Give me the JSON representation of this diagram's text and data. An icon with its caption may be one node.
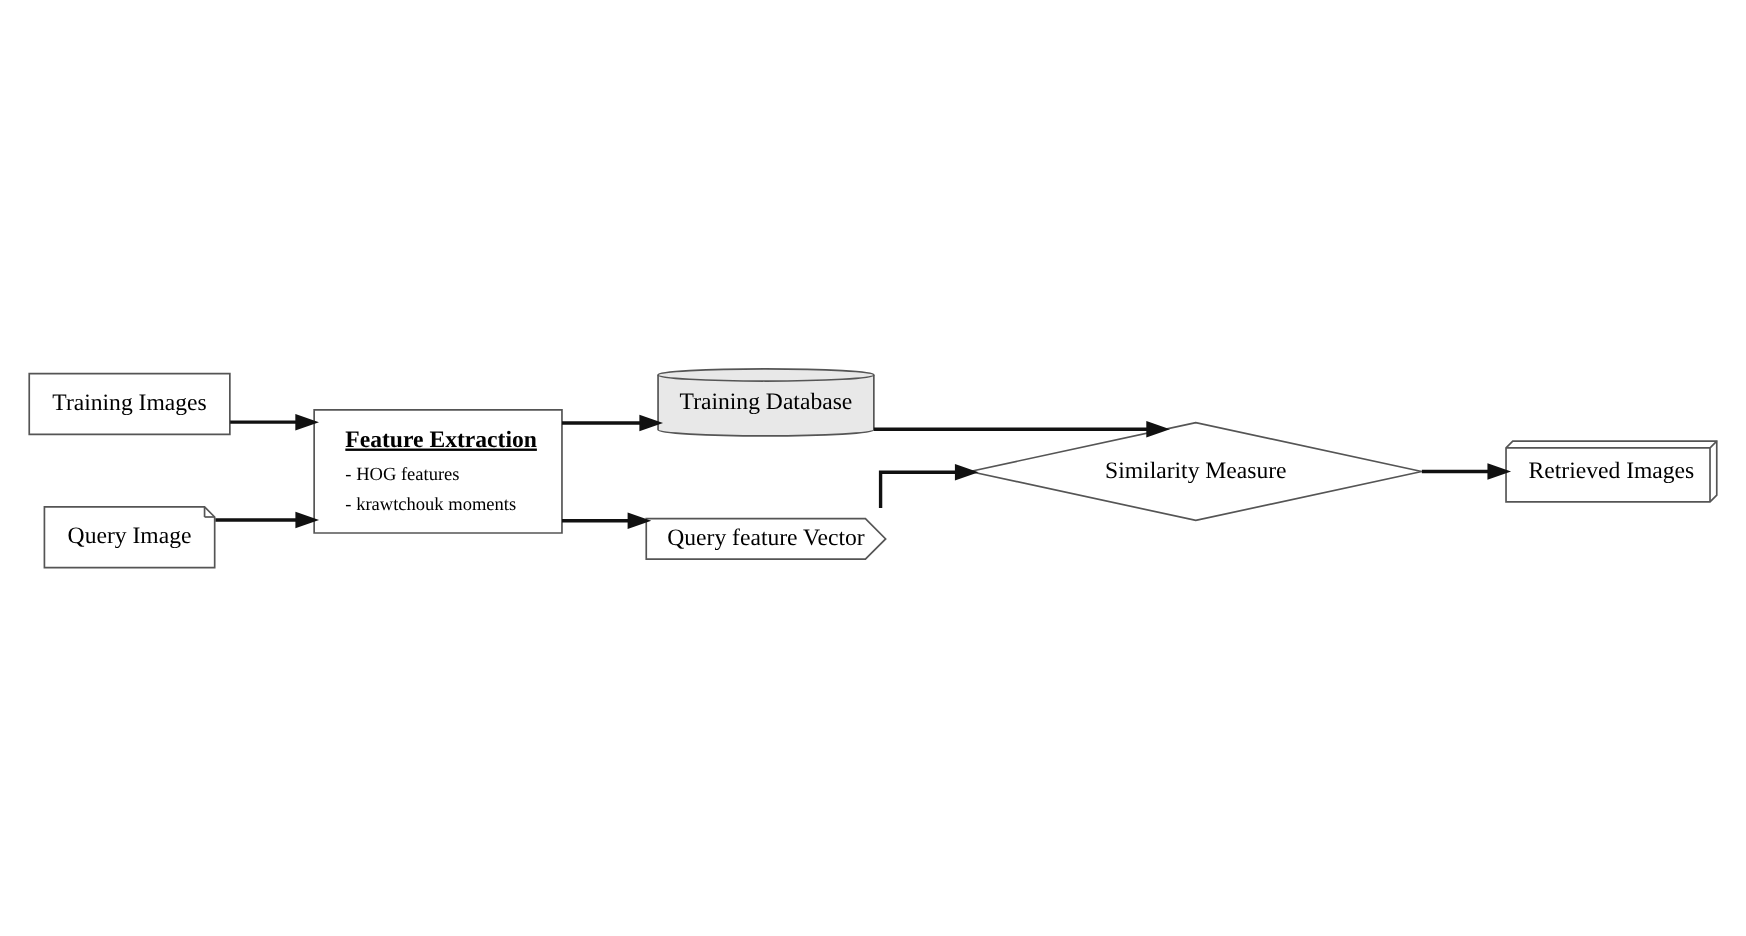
{
  "diagram": {
    "nodes": [
      {
        "text": [
          "Training Images"
        ]
      },
      {
        "text": [
          "Query Image"
        ]
      },
      {
        "text": [
          "Feature Extraction",
          "- HOG features",
          "- krawtchouk moments"
        ]
      },
      {
        "text": [
          "Training Database"
        ]
      },
      {
        "text": [
          "Query feature Vector"
        ]
      },
      {
        "text": [
          "Similarity Measure"
        ]
      },
      {
        "text": [
          "Retrieved Images"
        ]
      }
    ],
    "edges": [
      {
        "from": 0,
        "to": 2,
        "arrow": "to"
      },
      {
        "from": 1,
        "to": 2,
        "arrow": "to"
      },
      {
        "from": 2,
        "to": 3,
        "arrow": "to"
      },
      {
        "from": 2,
        "to": 4,
        "arrow": "to"
      },
      {
        "from": 3,
        "to": 5,
        "arrow": "to"
      },
      {
        "from": 4,
        "to": 5,
        "arrow": "to"
      },
      {
        "from": 5,
        "to": 6,
        "arrow": "to"
      }
    ]
  }
}
